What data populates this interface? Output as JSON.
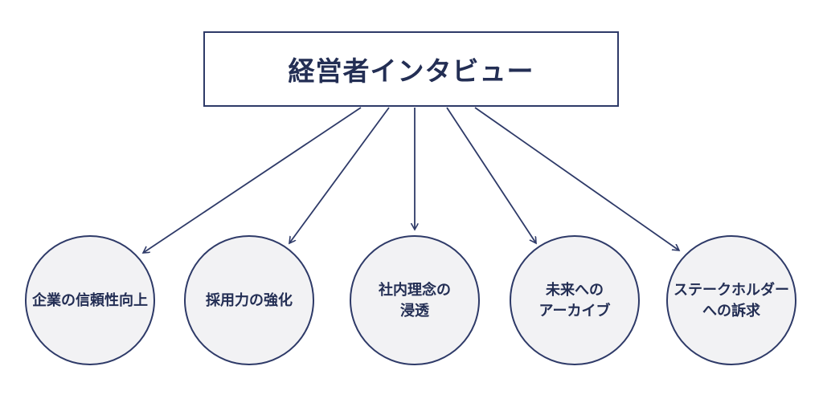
{
  "diagram": {
    "title": "経営者インタビュー",
    "nodes": [
      {
        "label": "企業の信頼性向上",
        "lines": [
          "企業の信頼性向上"
        ]
      },
      {
        "label": "採用力の強化",
        "lines": [
          "採用力の強化"
        ]
      },
      {
        "label": "社内理念の浸透",
        "lines": [
          "社内理念の",
          "浸透"
        ]
      },
      {
        "label": "未来へのアーカイブ",
        "lines": [
          "未来への",
          "アーカイブ"
        ]
      },
      {
        "label": "ステークホルダーへの訴求",
        "lines": [
          "ステークホルダー",
          "への訴求"
        ]
      }
    ],
    "colors": {
      "outline": "#2e3a68",
      "text": "#232e54",
      "node_fill": "#f2f2f4",
      "background": "#ffffff"
    }
  }
}
